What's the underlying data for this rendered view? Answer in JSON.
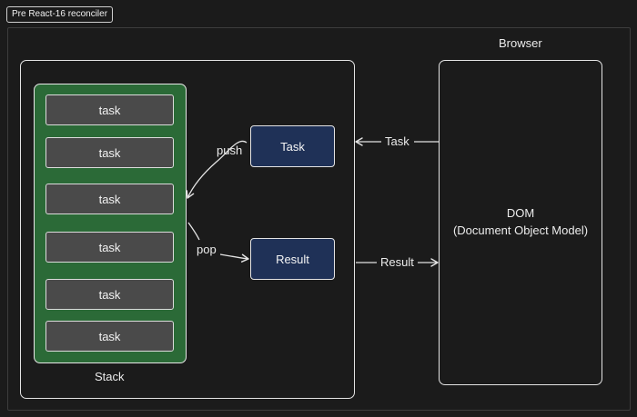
{
  "frame": {
    "label": "Pre React-16 reconciler"
  },
  "stack": {
    "label": "Stack",
    "items": [
      "task",
      "task",
      "task",
      "task",
      "task",
      "task"
    ]
  },
  "nodes": {
    "task": "Task",
    "result": "Result"
  },
  "arrows": {
    "push": "push",
    "pop": "pop",
    "task": "Task",
    "result": "Result"
  },
  "browser": {
    "label": "Browser",
    "dom_line1": "DOM",
    "dom_line2": "(Document Object Model)"
  },
  "colors": {
    "background": "#1b1b1b",
    "stack_fill": "#2b6a37",
    "task_slot_fill": "#4a4a4a",
    "node_fill": "#1f3157",
    "stroke": "#e4e4e4"
  }
}
